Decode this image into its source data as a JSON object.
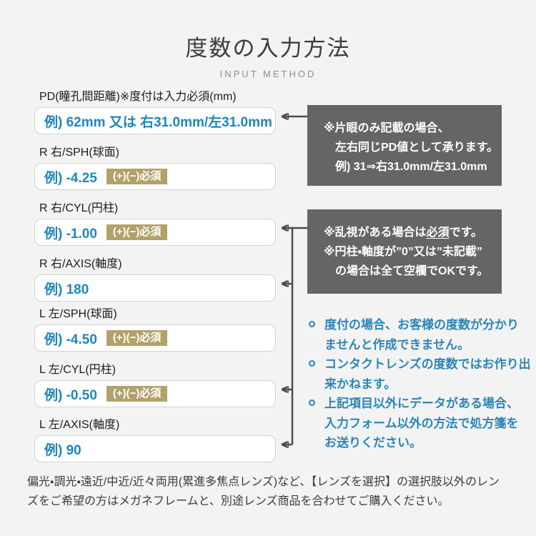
{
  "header": {
    "title": "度数の入力方法",
    "subtitle": "INPUT METHOD"
  },
  "fields": [
    {
      "label": "PD(瞳孔間距離)※度付は入力必須(mm)",
      "example": "例) 62mm 又は 右31.0mm/左31.0mm"
    },
    {
      "label": "R 右/SPH(球面)",
      "example": "例) -4.25",
      "badge": "(+)(−)必須"
    },
    {
      "label": "R 右/CYL(円柱)",
      "example": "例) -1.00",
      "badge": "(+)(−)必須"
    },
    {
      "label": "R 右/AXIS(軸度)",
      "example": "例) 180"
    },
    {
      "label": "L 左/SPH(球面)",
      "example": "例) -4.50",
      "badge": "(+)(−)必須"
    },
    {
      "label": "L 左/CYL(円柱)",
      "example": "例) -0.50",
      "badge": "(+)(−)必須"
    },
    {
      "label": "L 左/AXIS(軸度)",
      "example": "例) 90"
    }
  ],
  "callouts": {
    "pd_note": {
      "line1": "※片眼のみ記載の場合、",
      "line2": "左右同じPD値として承ります。",
      "line3": "例) 31⇒右31.0mm/左31.0mm"
    },
    "cyl_axis_note": {
      "line1_prefix": "※乱視がある場合は",
      "line1_underlined": "必須",
      "line1_suffix": "です。",
      "line2": "※円柱・軸度が”0”又は”未記載”",
      "line3": "の場合は全て空欄でOKです。"
    }
  },
  "notes": [
    {
      "line1": "度付の場合、お客様の度数が分かり",
      "line2": "ませんと作成できません。"
    },
    {
      "line1": "コンタクトレンズの度数ではお作り出",
      "line2": "来かねます。"
    },
    {
      "line1": "上記項目以外にデータがある場合、",
      "line2": "入力フォーム以外の方法で処方箋を",
      "line3": "お送りください。"
    }
  ],
  "footer": {
    "line1": "偏光・調光・遠近/中近/近々両用(累進多焦点レンズ)など、【レンズを選択】の選択肢以外のレン",
    "line2": "ズをご希望の方はメガネフレームと、別途レンズ商品を合わせてご購入ください。"
  },
  "colors": {
    "page_bg": "#f3f3f3",
    "accent_blue": "#1f87bb",
    "note_blue": "#2b86b8",
    "badge_gold": "#b2a26a",
    "callout_gray": "#656565",
    "arrow_gray": "#4d4d4d"
  }
}
